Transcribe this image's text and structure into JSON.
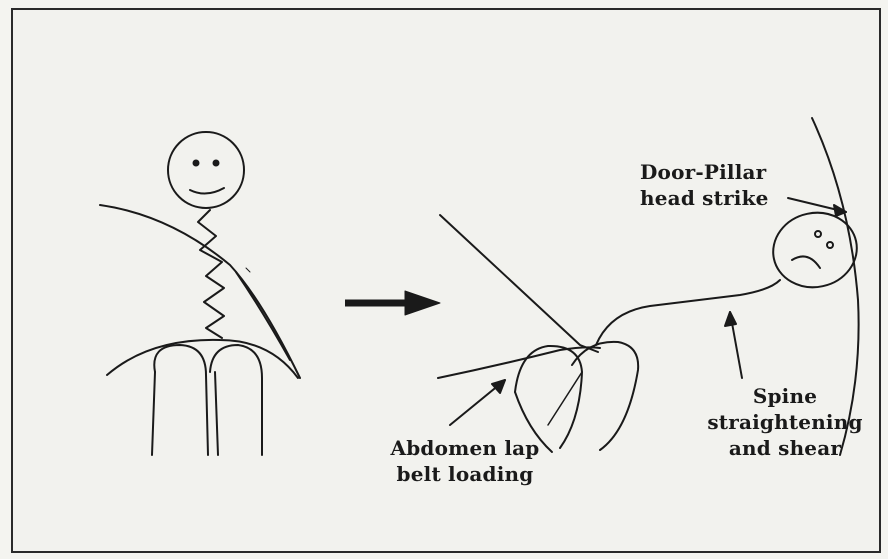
{
  "labels": {
    "door_pillar": [
      "Door-Pillar",
      "head strike"
    ],
    "spine": [
      "Spine",
      "straightening",
      "and shear"
    ],
    "abdomen": [
      "Abdomen lap",
      "belt loading"
    ]
  },
  "icons": {
    "transition_arrow": "right-arrow-icon",
    "upright_occupant": "stick-figure-upright",
    "injured_occupant": "stick-figure-slumped"
  },
  "colors": {
    "ink": "#1a1a1a",
    "paper": "#f2f2ee"
  }
}
